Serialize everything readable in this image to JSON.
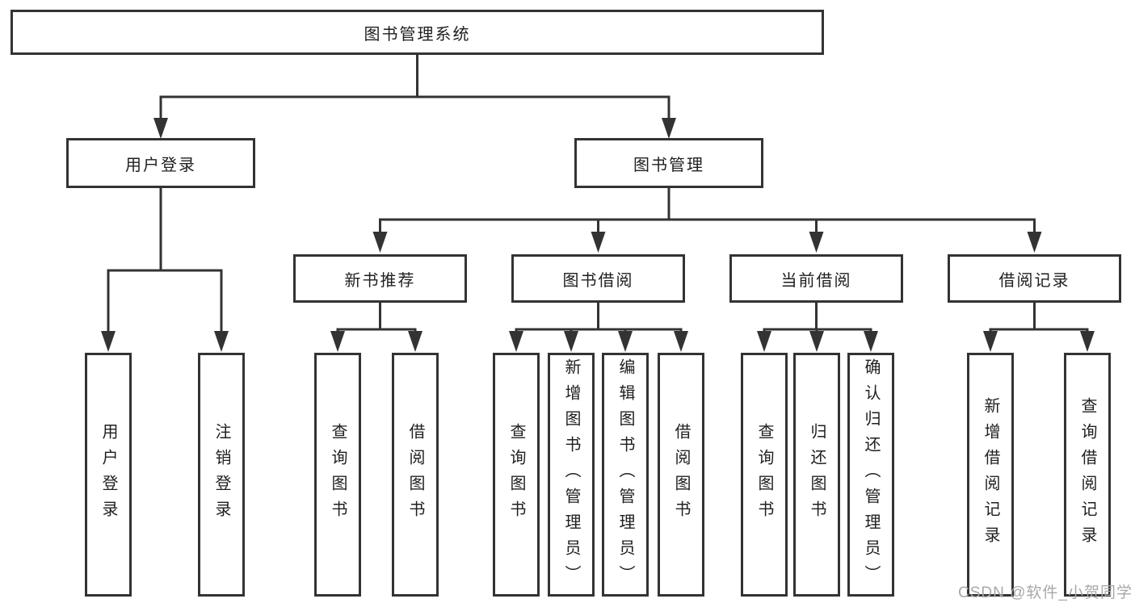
{
  "tree": {
    "root": {
      "label": "图书管理系统"
    },
    "level2": [
      {
        "label": "用户登录"
      },
      {
        "label": "图书管理"
      }
    ],
    "level3": [
      {
        "label": "新书推荐"
      },
      {
        "label": "图书借阅"
      },
      {
        "label": "当前借阅"
      },
      {
        "label": "借阅记录"
      }
    ],
    "leaves": {
      "user_login": [
        "用户登录",
        "注销登录"
      ],
      "new_book_recommend": [
        "查询图书",
        "借阅图书"
      ],
      "book_borrowing": [
        "查询图书",
        "新增图书（管理员）",
        "编辑图书（管理员）",
        "借阅图书"
      ],
      "current_borrowing": [
        "查询图书",
        "归还图书",
        "确认归还（管理员）"
      ],
      "borrowing_records": [
        "新增借阅记录",
        "查询借阅记录"
      ]
    }
  },
  "watermark": {
    "text": "CSDN @软件_小贺同学"
  },
  "colors": {
    "line": "#333333",
    "box_border": "#333333",
    "text": "#1f1f1f",
    "watermark": "#a8a8a8",
    "background": "#ffffff"
  }
}
